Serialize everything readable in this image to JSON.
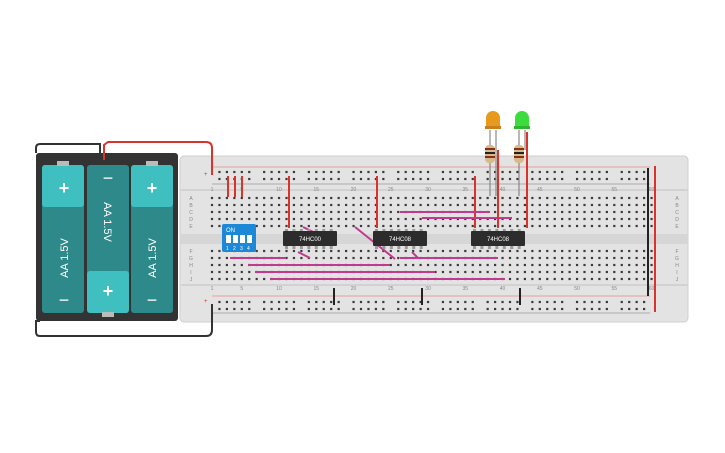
{
  "battery": {
    "cells": [
      {
        "label": "AA 1.5V",
        "plus": "+",
        "minus": "−"
      },
      {
        "label": "AA 1.5V",
        "plus": "+",
        "minus": "−"
      },
      {
        "label": "AA 1.5V",
        "plus": "+",
        "minus": "−"
      }
    ],
    "colors": {
      "case": "#333333",
      "cell": "#2e8a8a",
      "cap": "#3fbfbf"
    }
  },
  "breadboard": {
    "column_numbers_top": [
      "1",
      "5",
      "10",
      "15",
      "20",
      "25",
      "30",
      "35",
      "40",
      "45",
      "50",
      "55",
      "60"
    ],
    "column_numbers_bottom": [
      "1",
      "5",
      "10",
      "15",
      "20",
      "25",
      "30",
      "35",
      "40",
      "45",
      "50",
      "55",
      "60"
    ],
    "row_letters_top": [
      "A",
      "B",
      "C",
      "D",
      "E"
    ],
    "row_letters_bottom": [
      "F",
      "G",
      "H",
      "I",
      "J"
    ],
    "rail_plus": "+",
    "rail_minus": "−",
    "colors": {
      "board": "#e3e3e3",
      "hole": "#3a3a3a",
      "rail_red": "#d9342b",
      "rail_dark": "#222222"
    }
  },
  "dip_switch": {
    "on_label": "ON",
    "numbers": [
      "1",
      "2",
      "3",
      "4"
    ],
    "color": "#1e88d8"
  },
  "chips": [
    {
      "label": "74HC00"
    },
    {
      "label": "74HC08"
    },
    {
      "label": "74HC08"
    }
  ],
  "leds": [
    {
      "color_name": "orange",
      "color": "#e89a1e"
    },
    {
      "color_name": "green",
      "color": "#3ddc3d"
    }
  ],
  "wire_colors": {
    "red": "#d9342b",
    "magenta": "#c03a8e",
    "black": "#222222"
  }
}
